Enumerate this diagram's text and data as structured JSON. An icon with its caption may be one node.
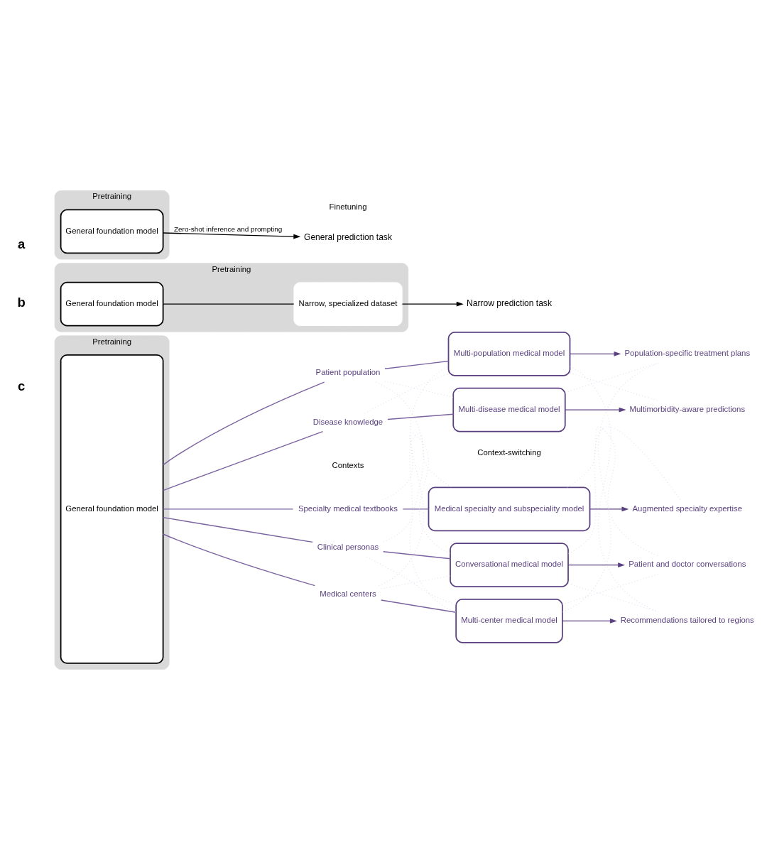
{
  "diagram": {
    "nodes": [
      {
        "text": [
          "Pretraining"
        ]
      },
      {
        "text": [
          "General foundation model"
        ],
        "in": 0
      },
      {
        "text": [
          "General prediction task"
        ]
      },
      {
        "text": [
          "Pretraining"
        ]
      },
      {
        "text": [
          "General foundation model"
        ],
        "in": 3
      },
      {
        "text": [
          "Narrow, specialized dataset"
        ],
        "in": 3
      },
      {
        "text": [
          "Narrow prediction task"
        ]
      },
      {
        "text": [
          "Pretraining"
        ]
      },
      {
        "text": [
          "General foundation model"
        ],
        "in": 7
      },
      {
        "text": [
          "Specialty medical textbooks"
        ]
      },
      {
        "text": [
          "Clinical personas"
        ]
      },
      {
        "text": [
          "Medical centers"
        ]
      },
      {
        "text": [
          "Patient population"
        ]
      },
      {
        "text": [
          "Disease knowledge"
        ]
      },
      {
        "text": [
          "Medical specialty and subspeciality model"
        ]
      },
      {
        "text": [
          "Conversational medical model"
        ]
      },
      {
        "text": [
          "Multi-center medical model"
        ]
      },
      {
        "text": [
          "Multi-population medical model"
        ]
      },
      {
        "text": [
          "Multi-disease medical model"
        ]
      },
      {
        "text": [
          "Augmented specialty expertise"
        ]
      },
      {
        "text": [
          "Patient and doctor conversations"
        ]
      },
      {
        "text": [
          "Recommendations tailored to regions"
        ]
      },
      {
        "text": [
          "Population-specific treatment plans"
        ]
      },
      {
        "text": [
          "Multimorbidity-aware predictions"
        ]
      }
    ],
    "edges": [
      {
        "from": 1,
        "to": 2,
        "arrow": "to",
        "label": "Zero-shot inference and prompting",
        "color": "#000000"
      },
      {
        "from": 4,
        "to": 5,
        "arrow": "none",
        "color": "#000000"
      },
      {
        "from": 5,
        "to": 6,
        "arrow": "to",
        "color": "#000000"
      },
      {
        "from": 8,
        "to": 9,
        "arrow": "none",
        "color": "#7a63a0"
      },
      {
        "from": 8,
        "to": 10,
        "arrow": "none",
        "color": "#7a63a0"
      },
      {
        "from": 8,
        "to": 11,
        "arrow": "none",
        "color": "#7a63a0"
      },
      {
        "from": 8,
        "to": 12,
        "arrow": "none",
        "color": "#7a63a0"
      },
      {
        "from": 8,
        "to": 13,
        "arrow": "none",
        "color": "#7a63a0"
      },
      {
        "from": 9,
        "to": 14,
        "arrow": "none",
        "color": "#7a63a0"
      },
      {
        "from": 10,
        "to": 15,
        "arrow": "none",
        "color": "#7a63a0"
      },
      {
        "from": 11,
        "to": 16,
        "arrow": "none",
        "color": "#7a63a0"
      },
      {
        "from": 12,
        "to": 17,
        "arrow": "none",
        "color": "#7a63a0"
      },
      {
        "from": 13,
        "to": 18,
        "arrow": "none",
        "color": "#7a63a0"
      },
      {
        "from": 14,
        "to": 19,
        "arrow": "to",
        "color": "#5a4080"
      },
      {
        "from": 15,
        "to": 20,
        "arrow": "to",
        "color": "#5a4080"
      },
      {
        "from": 16,
        "to": 21,
        "arrow": "to",
        "color": "#5a4080"
      },
      {
        "from": 17,
        "to": 22,
        "arrow": "to",
        "color": "#5a4080"
      },
      {
        "from": 18,
        "to": 23,
        "arrow": "to",
        "color": "#5a4080"
      },
      {
        "from": 9,
        "to": 15,
        "arrow": "none",
        "style": "dashed",
        "color": "#d8d0e6"
      },
      {
        "from": 10,
        "to": 14,
        "arrow": "none",
        "style": "dashed",
        "color": "#d8d0e6"
      },
      {
        "from": 10,
        "to": 16,
        "arrow": "none",
        "style": "dashed",
        "color": "#d8d0e6"
      },
      {
        "from": 11,
        "to": 15,
        "arrow": "none",
        "style": "dashed",
        "color": "#d8d0e6"
      },
      {
        "from": 11,
        "to": 17,
        "arrow": "none",
        "style": "dashed",
        "color": "#d8d0e6"
      },
      {
        "from": 12,
        "to": 16,
        "arrow": "none",
        "style": "dashed",
        "color": "#d8d0e6"
      },
      {
        "from": 12,
        "to": 18,
        "arrow": "none",
        "style": "dashed",
        "color": "#d8d0e6"
      },
      {
        "from": 13,
        "to": 17,
        "arrow": "none",
        "style": "dashed",
        "color": "#d8d0e6"
      },
      {
        "from": 14,
        "to": 20,
        "arrow": "none",
        "style": "dashed",
        "color": "#d8d0e6"
      },
      {
        "from": 15,
        "to": 19,
        "arrow": "none",
        "style": "dashed",
        "color": "#d8d0e6"
      },
      {
        "from": 15,
        "to": 21,
        "arrow": "none",
        "style": "dashed",
        "color": "#d8d0e6"
      },
      {
        "from": 16,
        "to": 20,
        "arrow": "none",
        "style": "dashed",
        "color": "#d8d0e6"
      },
      {
        "from": 16,
        "to": 22,
        "arrow": "none",
        "style": "dashed",
        "color": "#d8d0e6"
      },
      {
        "from": 17,
        "to": 21,
        "arrow": "none",
        "style": "dashed",
        "color": "#d8d0e6"
      },
      {
        "from": 17,
        "to": 23,
        "arrow": "none",
        "style": "dashed",
        "color": "#d8d0e6"
      },
      {
        "from": 18,
        "to": 22,
        "arrow": "none",
        "style": "dashed",
        "color": "#d8d0e6"
      }
    ],
    "labels": [
      "a",
      "b",
      "Finetuning",
      "c",
      "Contexts",
      "Context-switching"
    ]
  }
}
